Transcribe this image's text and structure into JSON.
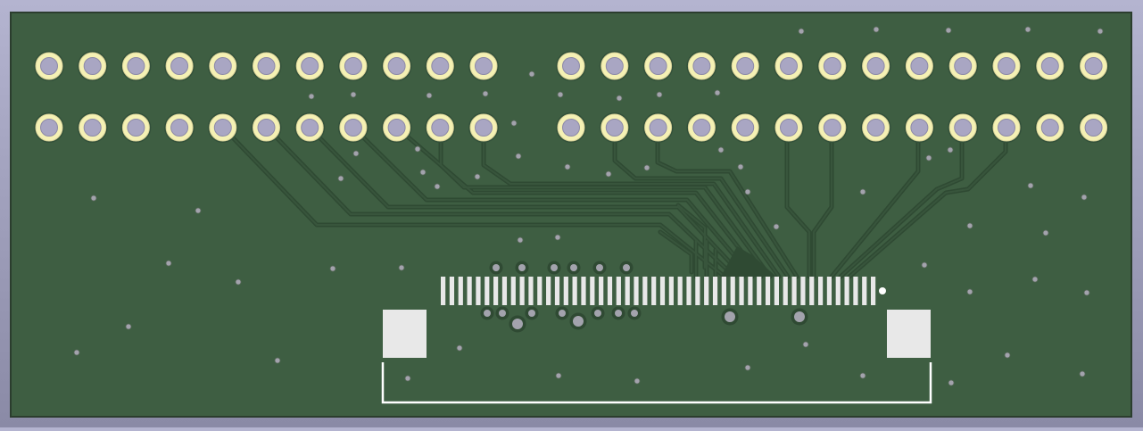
{
  "view": {
    "background_top": "#b4b4d0",
    "background_bottom": "#8a8aa6"
  },
  "board": {
    "solder_mask_color": "#3e5e42",
    "trace_color": "#2f4a33",
    "pad_color": "#f5f1b4",
    "pad_hole_color": "#a9a6c3",
    "smd_pad_color": "#e8e8e8",
    "silkscreen_color": "#ffffff",
    "via_color": "#a3a3ad"
  },
  "header_connector": {
    "rows": 2,
    "pins_left_group": 11,
    "pins_right_group": 13
  },
  "ffc_connector": {
    "contact_count": 50,
    "mounting_pads": 2
  }
}
